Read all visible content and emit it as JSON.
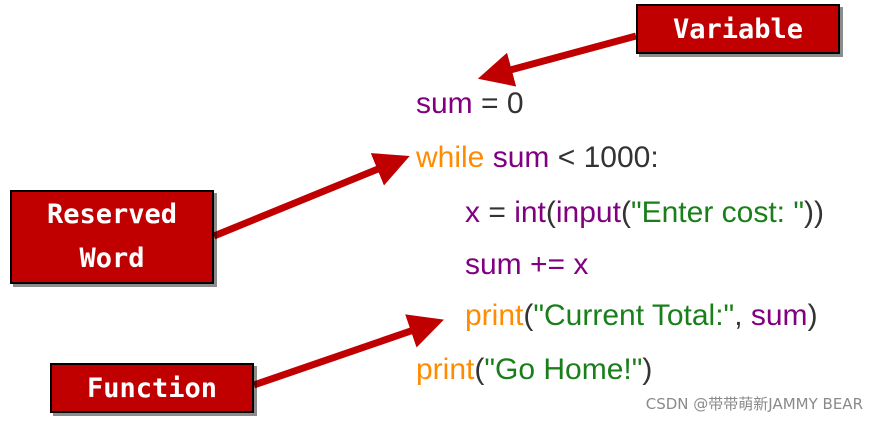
{
  "labels": {
    "variable": "Variable",
    "reserved_line1": "Reserved",
    "reserved_line2": "Word",
    "function": "Function"
  },
  "code": {
    "line1": {
      "var": "sum",
      "op": " = ",
      "num": "0"
    },
    "line2": {
      "kw": "while",
      "sp": " ",
      "var": "sum",
      "rest": " < 1000:"
    },
    "line3": {
      "var": "x",
      "op": " = ",
      "fn1": "int",
      "p1": "(",
      "fn2": "input",
      "p2": "(",
      "str": "\"Enter cost: \"",
      "p3": "))"
    },
    "line4": {
      "var": "sum",
      "rest": " += x"
    },
    "line5": {
      "fn": "print",
      "p1": "(",
      "str": "\"Current Total:\"",
      "comma": ", ",
      "var": "sum",
      "p2": ")"
    },
    "line6": {
      "fn": "print",
      "p1": "(",
      "str": "\"Go Home!\"",
      "p2": ")"
    }
  },
  "watermark": "CSDN @带带萌新JAMMY BEAR",
  "colors": {
    "label_bg": "#c00000",
    "arrow": "#c00000",
    "variable": "#800080",
    "keyword_function": "#ff8c00",
    "string": "#1a7f1a",
    "plain": "#333333"
  }
}
